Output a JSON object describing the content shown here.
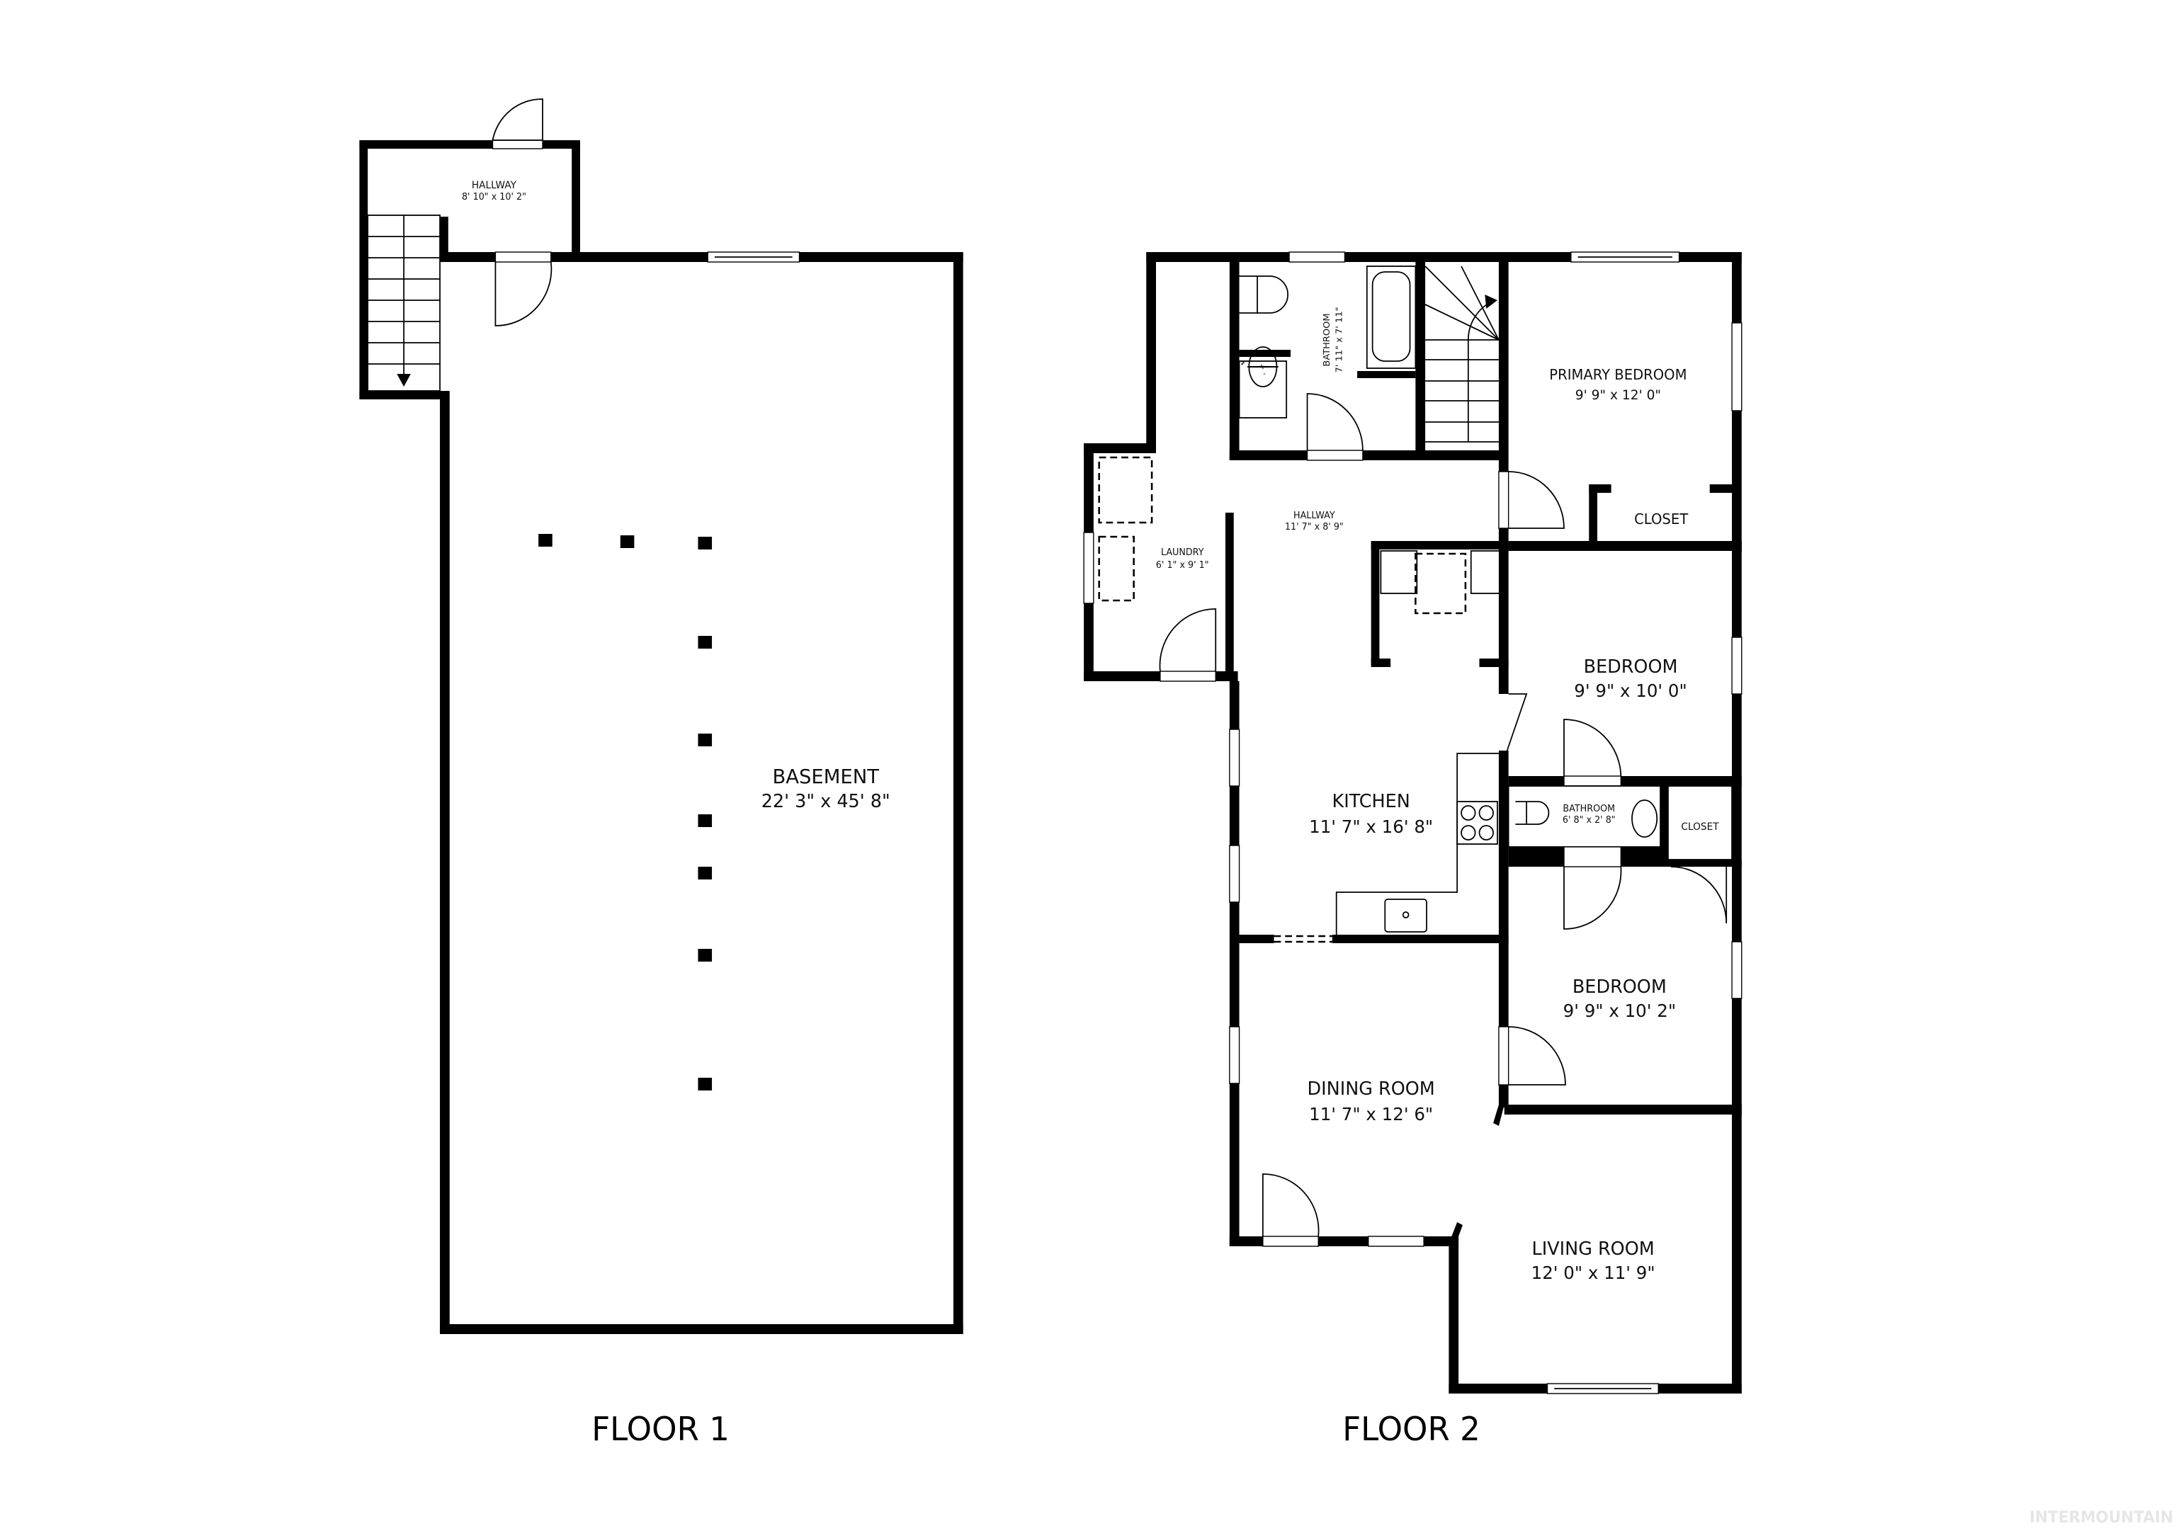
{
  "floors": [
    {
      "label": "FLOOR 1",
      "rooms": [
        {
          "name": "HALLWAY",
          "dimensions": "8' 10\" x 10' 2\""
        },
        {
          "name": "BASEMENT",
          "dimensions": "22' 3\" x 45' 8\""
        }
      ]
    },
    {
      "label": "FLOOR 2",
      "rooms": [
        {
          "name": "BATHROOM",
          "dimensions": "7' 11\" x 7' 11\""
        },
        {
          "name": "PRIMARY BEDROOM",
          "dimensions": "9' 9\" x 12' 0\""
        },
        {
          "name": "CLOSET",
          "dimensions": ""
        },
        {
          "name": "HALLWAY",
          "dimensions": "11' 7\" x 8' 9\""
        },
        {
          "name": "LAUNDRY",
          "dimensions": "6' 1\" x 9' 1\""
        },
        {
          "name": "BEDROOM",
          "dimensions": "9' 9\" x 10' 0\""
        },
        {
          "name": "KITCHEN",
          "dimensions": "11' 7\" x 16' 8\""
        },
        {
          "name": "BATHROOM",
          "dimensions": "6' 8\" x 2' 8\""
        },
        {
          "name": "CLOSET",
          "dimensions": ""
        },
        {
          "name": "BEDROOM",
          "dimensions": "9' 9\" x 10' 2\""
        },
        {
          "name": "DINING ROOM",
          "dimensions": "11' 7\" x 12' 6\""
        },
        {
          "name": "LIVING ROOM",
          "dimensions": "12' 0\" x 11' 9\""
        }
      ]
    }
  ],
  "watermark": "INTERMOUNTAIN",
  "colors": {
    "wall": "#000000",
    "background": "#ffffff",
    "watermark": "#e6e6e6"
  }
}
